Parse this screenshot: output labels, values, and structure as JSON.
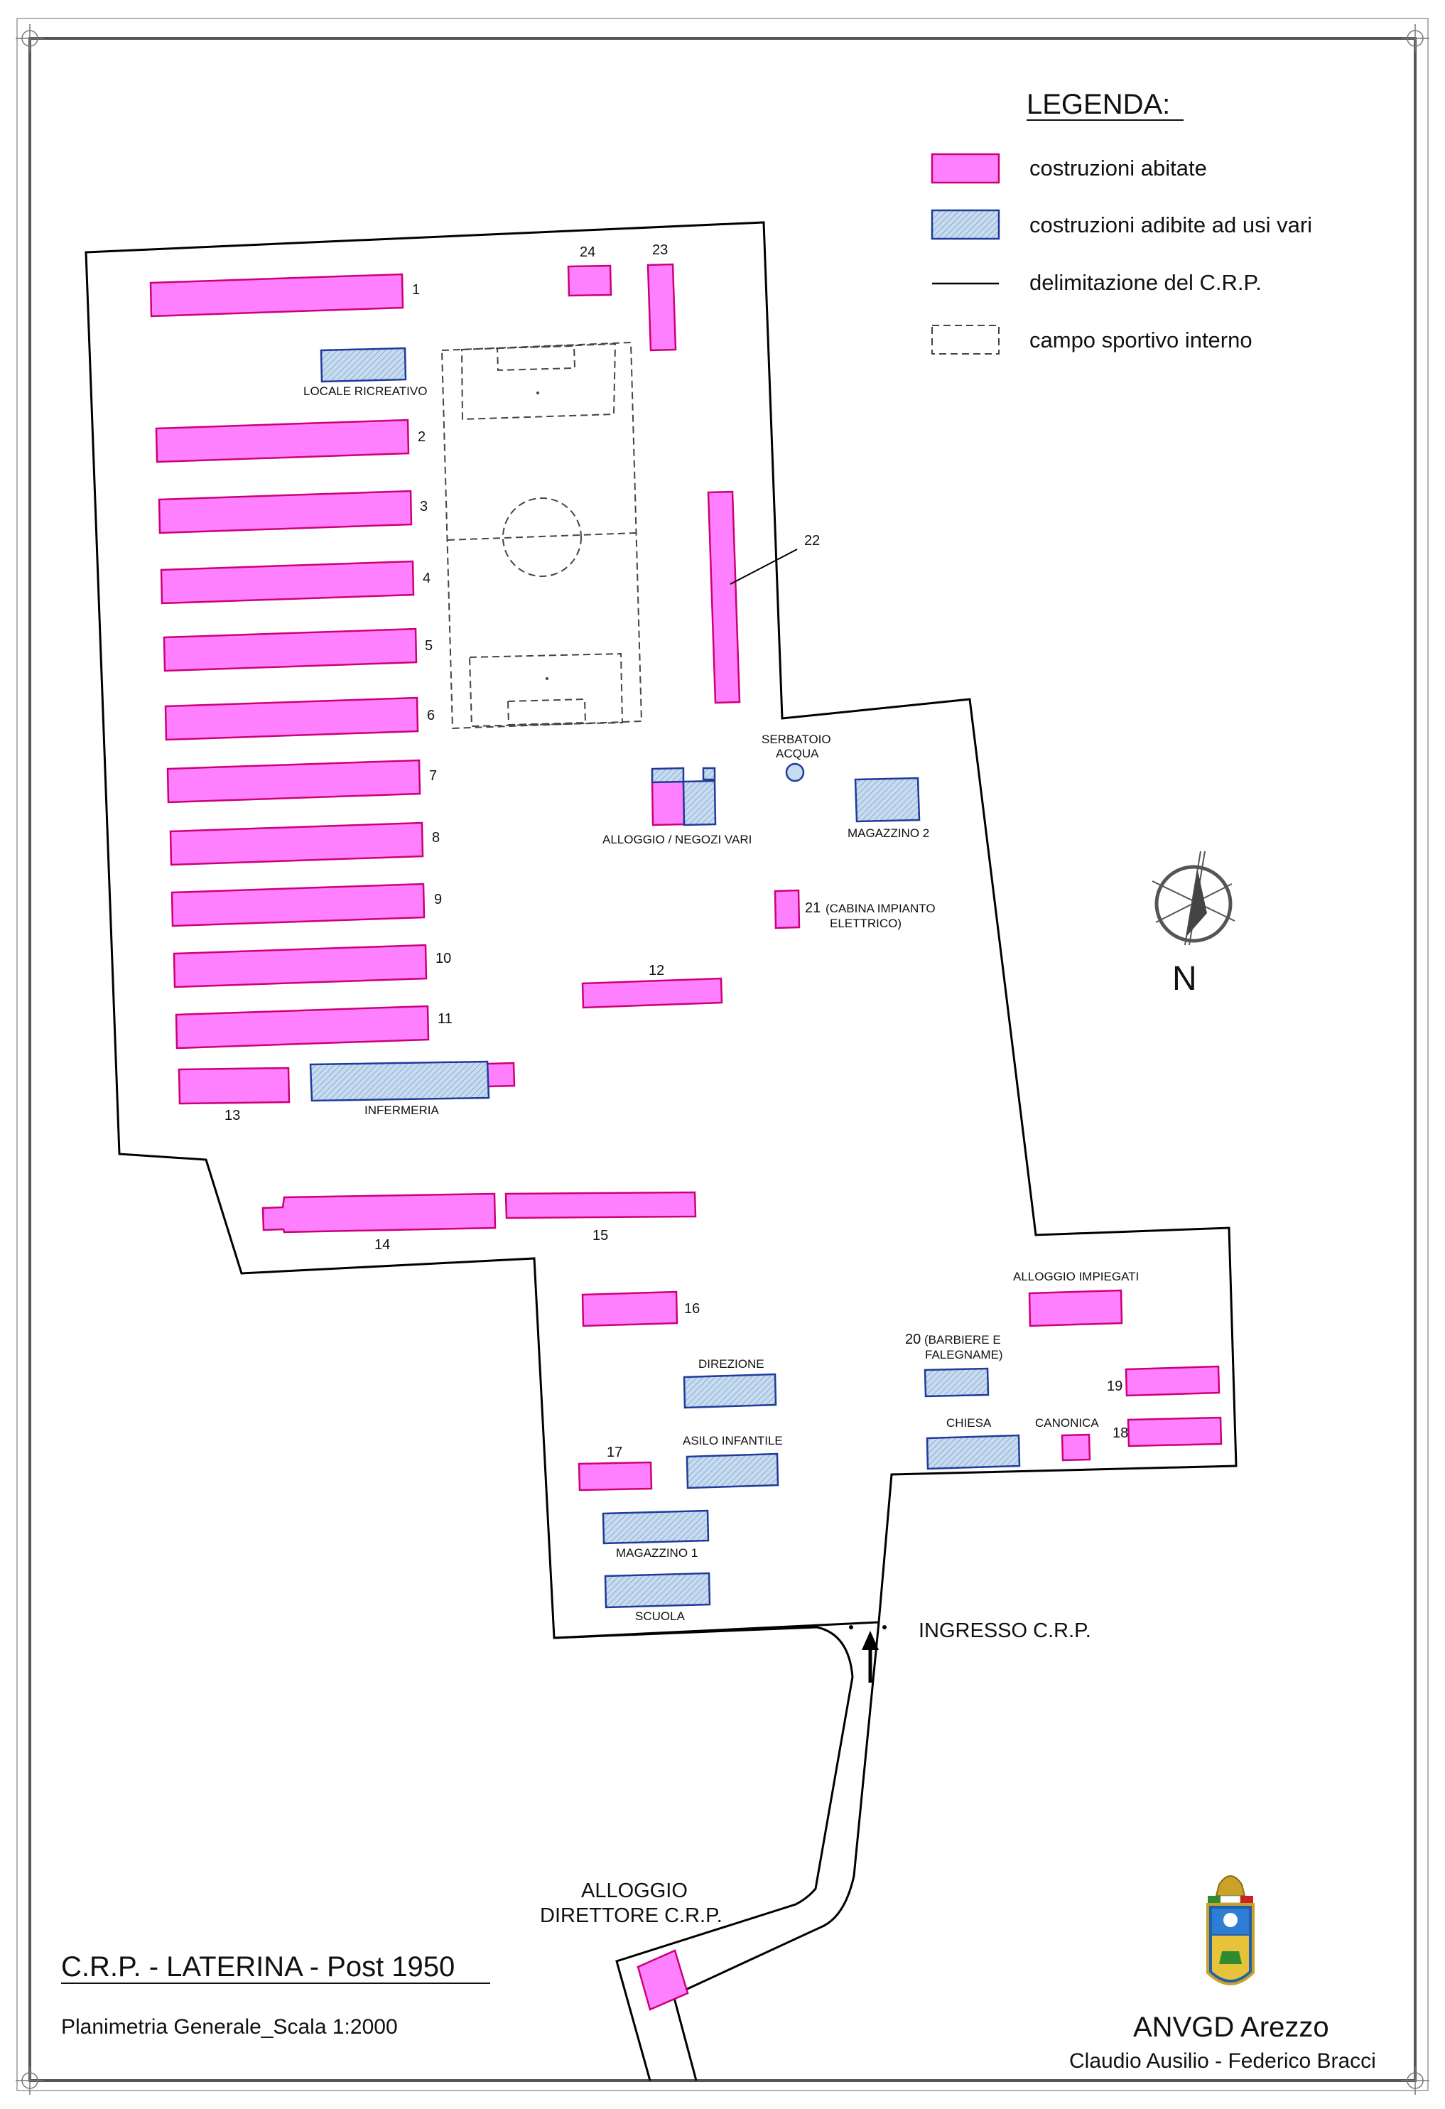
{
  "colors": {
    "residential_fill": "#ff80ff",
    "residential_stroke": "#cc0077",
    "service_fill": "#c8dcf0",
    "service_stroke": "#1f3a9a",
    "outline": "#000000",
    "field_dash": "#444444"
  },
  "legend": {
    "title": "LEGENDA:",
    "residential": "costruzioni abitate",
    "service": "costruzioni adibite ad usi vari",
    "boundary": "delimitazione del C.R.P.",
    "field": "campo sportivo interno"
  },
  "buildings": {
    "b1": "1",
    "b2": "2",
    "b3": "3",
    "b4": "4",
    "b5": "5",
    "b6": "6",
    "b7": "7",
    "b8": "8",
    "b9": "9",
    "b10": "10",
    "b11": "11",
    "b12": "12",
    "b13": "13",
    "b14": "14",
    "b15": "15",
    "b16": "16",
    "b17": "17",
    "b18": "18",
    "b19": "19",
    "b20": "20",
    "b20_note_1": "(BARBIERE E",
    "b20_note_2": "FALEGNAME)",
    "b21": "21",
    "b21_note_1": "(CABINA IMPIANTO",
    "b21_note_2": "ELETTRICO)",
    "b22": "22",
    "b23": "23",
    "b24": "24"
  },
  "facilities": {
    "locale_ricreativo": "LOCALE RICREATIVO",
    "serbatoio_1": "SERBATOIO",
    "serbatoio_2": "ACQUA",
    "alloggio_negozi": "ALLOGGIO / NEGOZI VARI",
    "magazzino_2": "MAGAZZINO 2",
    "infermeria": "INFERMERIA",
    "alloggio_impiegati": "ALLOGGIO IMPIEGATI",
    "direzione": "DIREZIONE",
    "asilo": "ASILO INFANTILE",
    "magazzino_1": "MAGAZZINO 1",
    "scuola": "SCUOLA",
    "chiesa": "CHIESA",
    "canonica": "CANONICA"
  },
  "ingresso": "INGRESSO C.R.P.",
  "alloggio_direttore_1": "ALLOGGIO",
  "alloggio_direttore_2": "DIRETTORE C.R.P.",
  "north_label": "N",
  "emblem_icon": "coat-of-arms-icon",
  "title": "C.R.P. - LATERINA - Post 1950",
  "subtitle": "Planimetria Generale_Scala 1:2000",
  "org": "ANVGD Arezzo",
  "authors": "Claudio Ausilio - Federico Bracci"
}
